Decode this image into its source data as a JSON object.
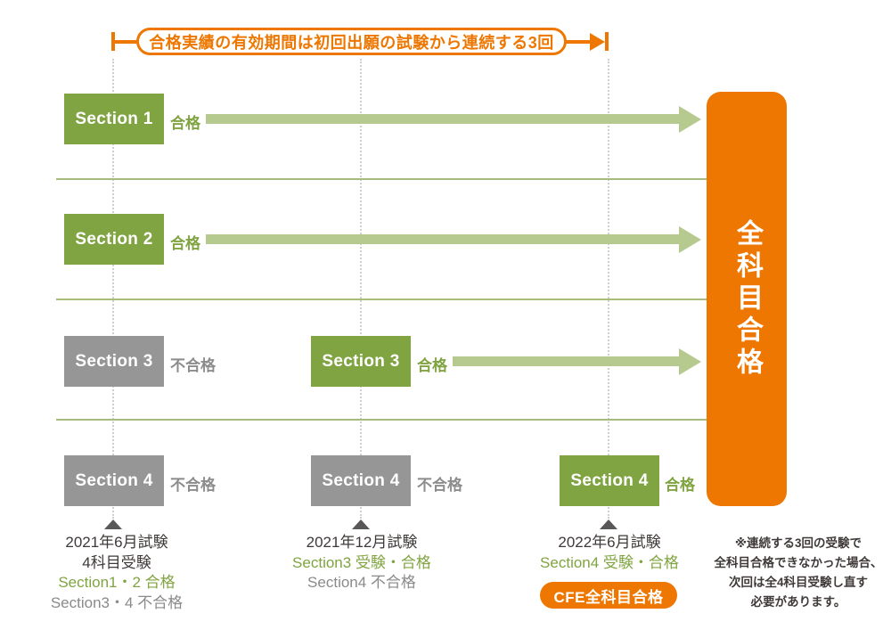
{
  "banner": {
    "label": "合格実績の有効期間は初回出願の試験から連続する3回"
  },
  "goal": {
    "label": "全科目合格"
  },
  "colors": {
    "orange": "#ed7700",
    "green": "#80a441",
    "light_green_arrow": "#b6c98e",
    "gray_box": "#969696",
    "dark_text": "#3f3a39"
  },
  "timeline": {
    "rows": [
      {
        "cells": [
          {
            "label": "Section 1",
            "state": "pass",
            "status": "合格"
          }
        ]
      },
      {
        "cells": [
          {
            "label": "Section 2",
            "state": "pass",
            "status": "合格"
          }
        ]
      },
      {
        "cells": [
          {
            "label": "Section 3",
            "state": "fail",
            "status": "不合格"
          },
          {
            "label": "Section 3",
            "state": "pass",
            "status": "合格"
          }
        ]
      },
      {
        "cells": [
          {
            "label": "Section 4",
            "state": "fail",
            "status": "不合格"
          },
          {
            "label": "Section 4",
            "state": "fail",
            "status": "不合格"
          },
          {
            "label": "Section 4",
            "state": "pass",
            "status": "合格"
          }
        ]
      }
    ]
  },
  "exams": [
    {
      "lines": [
        {
          "text": "2021年6月試験"
        },
        {
          "text": "4科目受験"
        },
        {
          "text": "Section1・2 合格"
        },
        {
          "text": "Section3・4 不合格"
        }
      ]
    },
    {
      "lines": [
        {
          "text": "2021年12月試験"
        },
        {
          "text": "Section3 受験・合格"
        },
        {
          "text": "Section4 不合格"
        }
      ]
    },
    {
      "lines": [
        {
          "text": "2022年6月試験"
        },
        {
          "text": "Section4 受験・合格"
        }
      ],
      "badge": "CFE全科目合格"
    }
  ],
  "note": {
    "lines": [
      "※連続する3回の受験で",
      "全科目合格できなかった場合、",
      "次回は全4科目受験し直す",
      "必要があります。"
    ]
  }
}
